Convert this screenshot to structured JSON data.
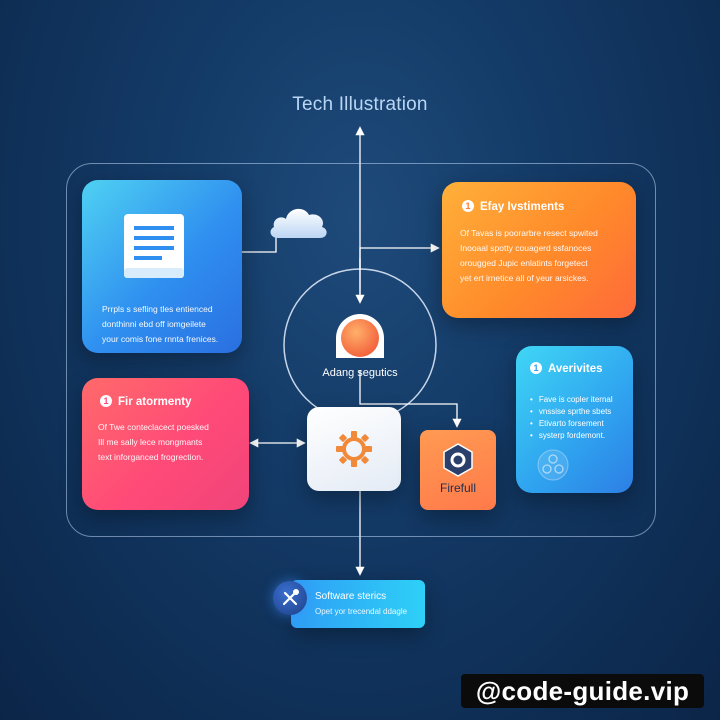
{
  "title": "Tech Illustration",
  "doc_card": {
    "icon": "document-icon",
    "text": [
      "Prrpls s sefling tles entienced",
      "donthinni ebd off iomgeilete",
      "your comis fone rnnta frenices."
    ]
  },
  "orange_card": {
    "number": "1",
    "title": "Efay Ivstiments",
    "text": [
      "Of Tavas is poorarbre resect spwited",
      "Inooaal spotty couagerd ssfanoces",
      "orougged Jupic enlatints forgetect",
      "yet ert irnetice all of yeur arsickes."
    ]
  },
  "red_card": {
    "number": "1",
    "title": "Fir atormenty",
    "text": [
      "Of Twe conteclacect poesked",
      "Ill me sally lece mongmants",
      "text inforganced frogrection."
    ]
  },
  "cyan_card": {
    "number": "1",
    "title": "Averivites",
    "bullets": [
      "Fave is copler iternal",
      "vnssise sprthe sbets",
      "Etivarto forsement",
      "systerp fordemont."
    ],
    "icon": "cluster-icon"
  },
  "circle_label": "Adang segutics",
  "circle_icon": "dome-icon",
  "center_icon": "gear-icon",
  "firefull": {
    "label": "Firefull",
    "icon": "hexagon-icon"
  },
  "cloud_icon": "cloud-icon",
  "software": {
    "title": "Software sterics",
    "text": "Opet yor trecendal ddagle",
    "icon": "tools-icon"
  },
  "watermark": "@code-guide.vip",
  "colors": {
    "background": "#133a66",
    "orange": "#ff8a2a",
    "red": "#ff4a78",
    "cyan": "#2fa2ef",
    "blue": "#2f8ff0"
  }
}
